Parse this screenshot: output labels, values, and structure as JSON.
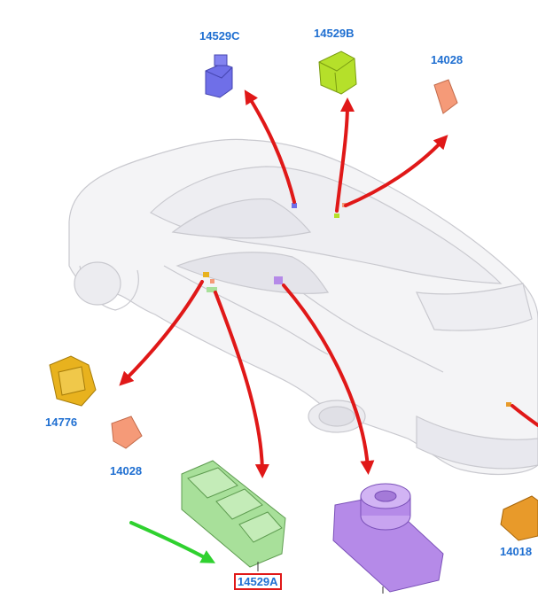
{
  "labels": {
    "p14529C": "14529C",
    "p14529B": "14529B",
    "p14028_top": "14028",
    "p14776": "14776",
    "p14028_left": "14028",
    "p14529A": "14529A",
    "p14018": "14018"
  },
  "colors": {
    "label_text": "#1f6fd1",
    "arrow_red": "#e01818",
    "arrow_green": "#2fd12f",
    "highlight_box": "#e01818",
    "part_14529C": "#6f6fe8",
    "part_14529B": "#b5e02a",
    "part_14028": "#f59a78",
    "part_14776": "#e8b21e",
    "part_14529A": "#a8e09a",
    "part_purple_knob": "#b58ae8",
    "part_14018": "#e89a2a"
  }
}
